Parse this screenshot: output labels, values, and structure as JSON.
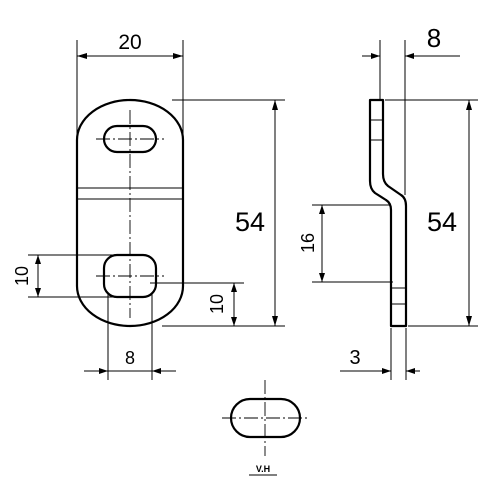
{
  "dimensions": {
    "width_top": "20",
    "thickness_top": "8",
    "height_front": "54",
    "height_side": "54",
    "offset_side": "16",
    "slot_height_left": "10",
    "slot_offset_right": "10",
    "slot_width_bottom": "8",
    "thickness_bottom": "3"
  },
  "labels": {
    "detail_view": "V.H"
  }
}
